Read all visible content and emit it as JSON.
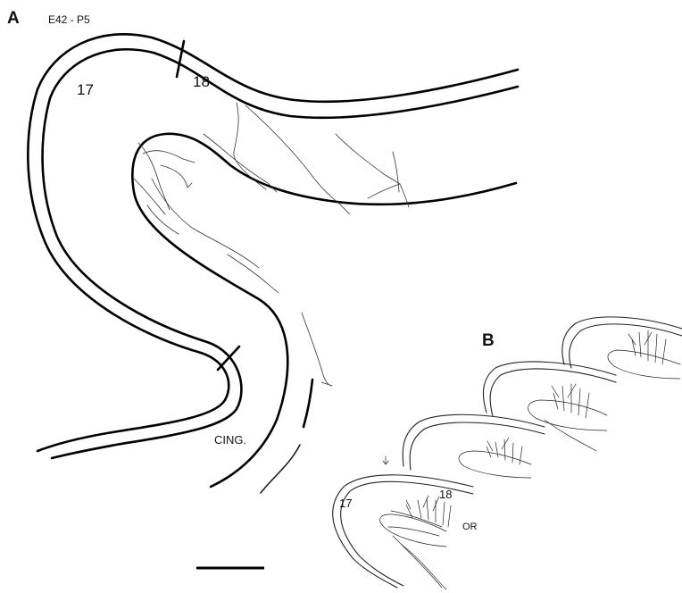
{
  "panel_a": {
    "letter": "A",
    "experiment_code": "E42 - P5",
    "area_17": "17",
    "area_18": "18",
    "cingulate_label": "CING."
  },
  "panel_b": {
    "letter": "B",
    "area_17": "17",
    "area_18": "18",
    "optic_radiation_label": "OR"
  }
}
